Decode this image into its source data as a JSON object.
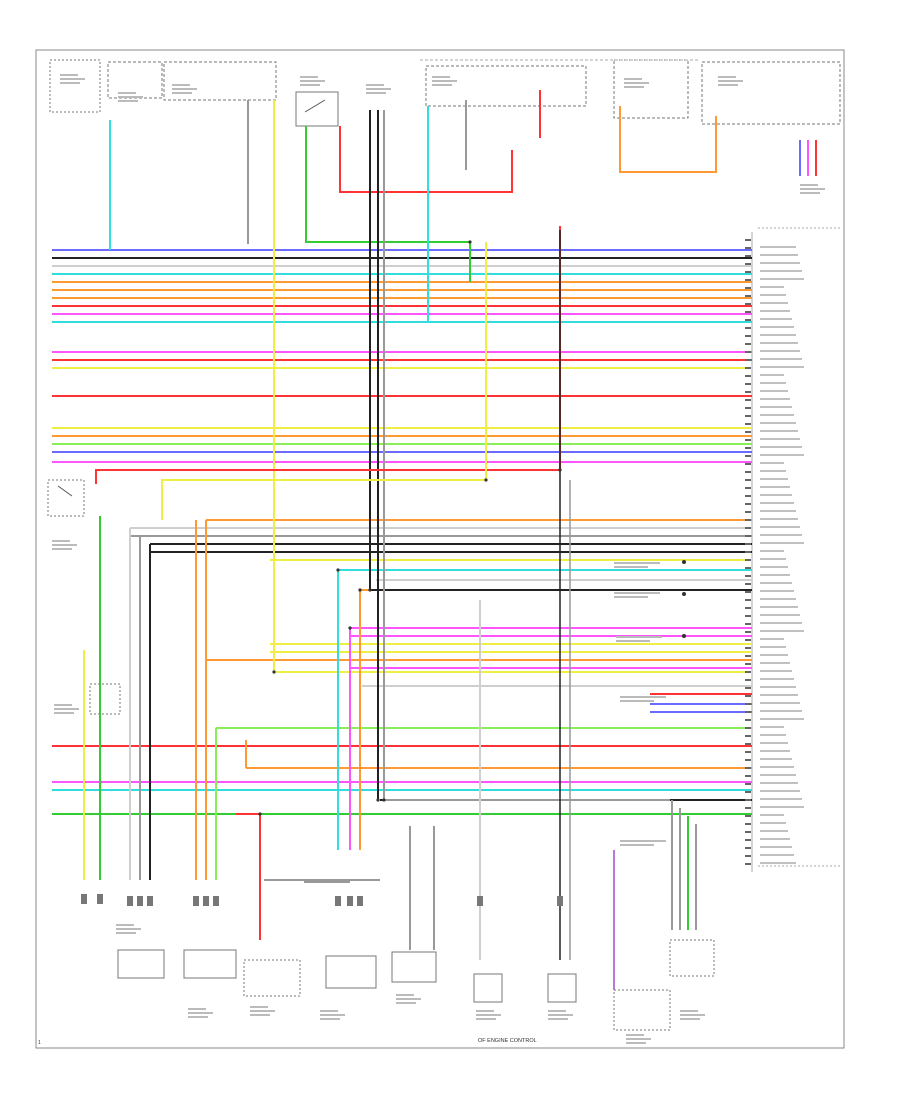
{
  "colors": {
    "blue": "#6b6bff",
    "cyan": "#33dddd",
    "green": "#33cc33",
    "orange": "#ff9933",
    "red": "#ff3333",
    "pink": "#ff55ff",
    "yellow": "#eeee44",
    "lime": "#88ee55",
    "gray": "#999999",
    "black": "#222222",
    "white_wire": "#cfcfcf",
    "violet": "#bb77dd",
    "border": "#888888"
  },
  "footer": {
    "page_number": "1",
    "bottom_caption_right": "OF ENGINE CONTROL"
  },
  "top_components": [
    {
      "name": "fuel-level-sensor-box"
    },
    {
      "name": "fuel-tank-pressure-sensor-box"
    },
    {
      "name": "fuel-pump-relay-box"
    },
    {
      "name": "brake-switch-box"
    },
    {
      "name": "ignition-coil-box"
    },
    {
      "name": "engine-room-fuse-box"
    },
    {
      "name": "dash-fuse-box"
    }
  ],
  "bottom_components": [
    {
      "name": "evap-canister-vent-shut-valve"
    },
    {
      "name": "accelerator-pedal-position-sensor"
    },
    {
      "name": "fuel-pressure-sensor"
    },
    {
      "name": "clutch-pedal-position-switch"
    },
    {
      "name": "ignition-switch"
    },
    {
      "name": "knock-sensor-1"
    },
    {
      "name": "knock-sensor-2"
    },
    {
      "name": "multiplex-combination-meter"
    },
    {
      "name": "data-link-connector"
    }
  ],
  "right_groups": [
    {
      "name": "cruise-control-main-switch-ref"
    },
    {
      "name": "cruise-control-set-resume-ref"
    },
    {
      "name": "cruise-control-cancel-ref"
    },
    {
      "name": "a-c-refrigerant-pressure-ref"
    },
    {
      "name": "gauges-ref"
    }
  ]
}
